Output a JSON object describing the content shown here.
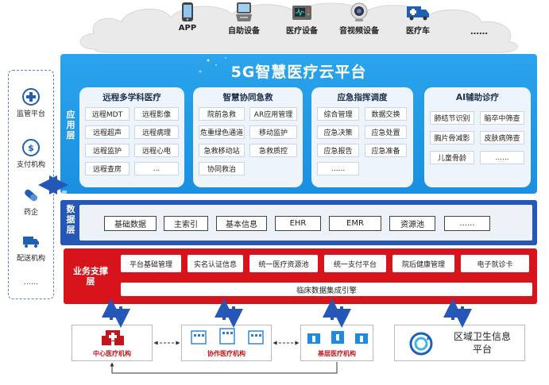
{
  "devices": [
    {
      "label": "APP",
      "icon": "phone-icon"
    },
    {
      "label": "自助设备",
      "icon": "kiosk-icon"
    },
    {
      "label": "医疗设备",
      "icon": "medical-device-icon"
    },
    {
      "label": "音视频设备",
      "icon": "camera-icon"
    },
    {
      "label": "医疗车",
      "icon": "ambulance-icon"
    }
  ],
  "devices_more": "……",
  "left_panel": {
    "items": [
      {
        "label": "监管平台",
        "icon": "cross-shield-icon"
      },
      {
        "label": "支付机构",
        "icon": "coin-icon"
      },
      {
        "label": "药企",
        "icon": "pill-icon"
      },
      {
        "label": "配送机构",
        "icon": "truck-icon"
      }
    ],
    "more": "……"
  },
  "platform": {
    "title": "5G智慧医疗云平台",
    "app_layer_label": "应用层",
    "cards": [
      {
        "title": "远程多学科医疗",
        "items": [
          "远程MDT",
          "远程影像",
          "远程超声",
          "远程病理",
          "远程监护",
          "远程心电",
          "远程查房",
          "..."
        ]
      },
      {
        "title": "智慧协同急救",
        "items": [
          "院前急救",
          "AR应用管理",
          "危重绿色通道",
          "移动监护",
          "急救移动站",
          "急救质控",
          "协同救治"
        ]
      },
      {
        "title": "应急指挥调度",
        "items": [
          "综合管理",
          "数据交换",
          "应急决策",
          "应急处置",
          "应急报告",
          "应急准备",
          "......"
        ]
      },
      {
        "title": "AI辅助诊疗",
        "items": [
          "肺结节识别",
          "脑卒中筛查",
          "胸片骨减影",
          "皮肤病筛查",
          "儿童骨龄",
          "......"
        ]
      }
    ]
  },
  "data_layer": {
    "label": "数据层",
    "items": [
      "基础数据",
      "主索引",
      "基本信息",
      "EHR",
      "EMR",
      "资源池",
      "......"
    ]
  },
  "biz_layer": {
    "label": "业务支撑层",
    "items": [
      "平台基础管理",
      "实名认证信息",
      "统一医疗资源池",
      "统一支付平台",
      "院后健康管理",
      "电子就诊卡"
    ],
    "engine": "临床数据集成引擎"
  },
  "institutions": [
    {
      "label": "中心医疗机构"
    },
    {
      "label": "协作医疗机构"
    },
    {
      "label": "基层医疗机构"
    }
  ],
  "regional": {
    "label": "区域卫生信息平台"
  },
  "colors": {
    "platform": "#1b8fe0",
    "data_layer": "#2558b6",
    "biz_layer": "#d7141b",
    "hospital_red": "#c0161c",
    "cell_border": "#2b9be6"
  }
}
